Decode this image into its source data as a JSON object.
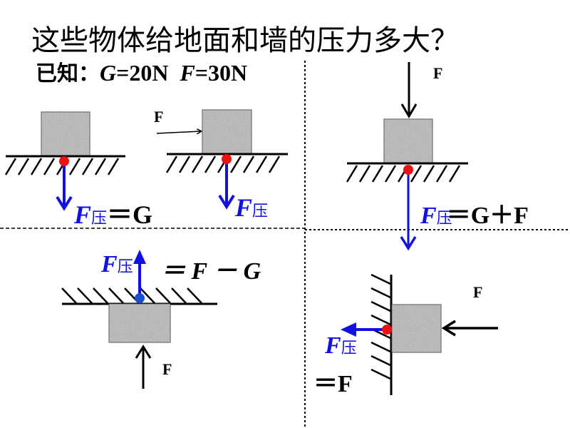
{
  "title": "这些物体给地面和墙的压力多大？",
  "given": {
    "prefix": "已知：",
    "g_symbol": "G",
    "g_value": "=20N",
    "f_symbol": "F",
    "f_value": "=30N"
  },
  "colors": {
    "pressure_arrow": "#1010e0",
    "contact_point": "#ee1111",
    "block_fill": "#a8a8a8",
    "line": "#000000"
  },
  "panels": [
    {
      "id": "floor-no-force",
      "force_label": "",
      "result_symbol": "F",
      "result_sub": "压",
      "result_eq": "＝G"
    },
    {
      "id": "floor-horizontal-force",
      "force_label": "F",
      "result_symbol": "F",
      "result_sub": "压",
      "result_eq": ""
    },
    {
      "id": "floor-downward-force",
      "force_label": "F",
      "result_symbol": "F",
      "result_sub": "压",
      "result_eq": "＝G＋F"
    },
    {
      "id": "ceiling-upward-force",
      "force_label": "F",
      "result_symbol": "F",
      "result_sub": "压",
      "result_eq": "＝ F － G"
    },
    {
      "id": "wall-horizontal-force",
      "force_label": "F",
      "result_symbol": "F",
      "result_sub": "压",
      "result_eq": "＝F"
    }
  ]
}
